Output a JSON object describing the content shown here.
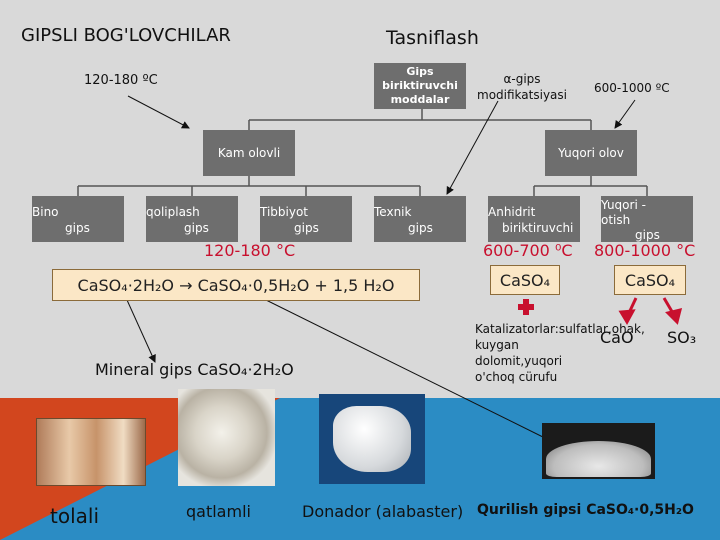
{
  "title": "GIPSLI BOG'LOVCHILAR",
  "heading": "Tasniflash",
  "root": "Gips biriktiruvchi moddalar",
  "temps": {
    "left": "120-180 ºC",
    "alpha": "α-gips modifikatsiyasi",
    "right": "600-1000 ºC"
  },
  "level1": [
    "Kam olovli",
    "Yuqori olov"
  ],
  "level2": [
    {
      "l1": "Bino",
      "l2": "gips"
    },
    {
      "l1": "qoliplash",
      "l2": "gips"
    },
    {
      "l1": "Tibbiyot",
      "l2": "gips"
    },
    {
      "l1": "Texnik",
      "l2": "gips"
    },
    {
      "l1": "Anhidrit",
      "l2": "biriktiruvchi"
    },
    {
      "l1": "Yuqori -",
      "l2": "otish",
      "l3": "gips"
    }
  ],
  "red_temps": [
    "120-180 °C",
    "600-700 ⁰C",
    "800-1000 °C"
  ],
  "formula": "CaSO₄·2H₂O → CaSO₄·0,5H₂O + 1,5 H₂O",
  "caso4": "CaSO₄",
  "catalysts": "Katalizatorlar:sulfatlar,ohak, kuygan dolomit,yuqori o'choq cürufu",
  "products": [
    "CaO",
    "SO₃"
  ],
  "mineral": "Mineral gips  CaSO₄·2H₂O",
  "bottom": {
    "tolali": "tolali",
    "qatlamli": "qatlamli",
    "donador": "Donador (alabaster)",
    "qurilish": "Qurilish gipsi CaSO₄·0,5H₂O"
  },
  "colors": {
    "accent": "#c8102e",
    "box": "#6e6e6e",
    "band": "#2b8cc4",
    "orange": "#d2461e"
  }
}
